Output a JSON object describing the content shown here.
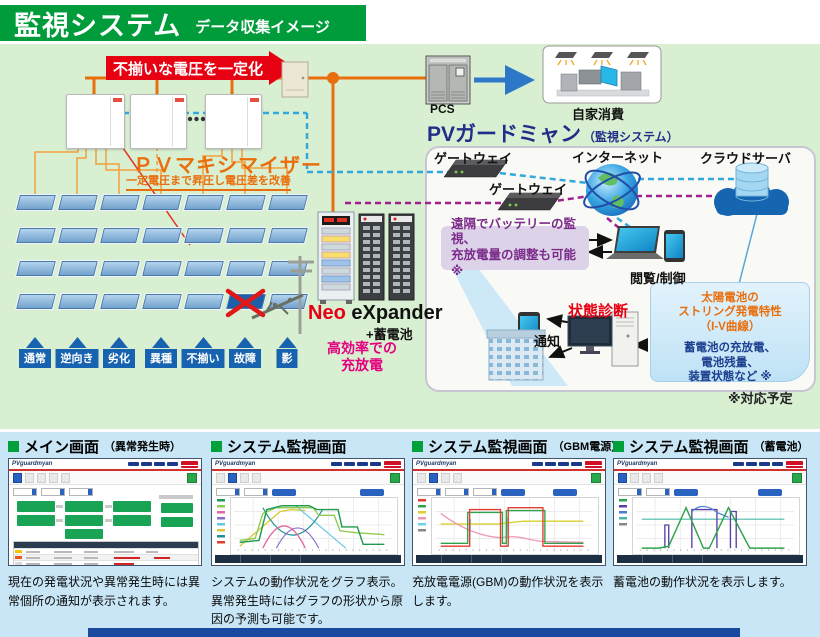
{
  "header": {
    "title": "監視システム",
    "subtitle": "データ収集イメージ"
  },
  "flow": {
    "banner": "不揃いな電圧を一定化",
    "pcs": "PCS",
    "self_consumption": "自家消費",
    "maximizer_title": "ＰＶマキシマイザー",
    "maximizer_desc": "一定電圧まで昇圧し電圧差を改善",
    "panel_tags": [
      "通常",
      "逆向き",
      "劣化",
      "異種",
      "不揃い",
      "故障",
      "影"
    ],
    "expander": {
      "brand": "Neo",
      "product": "eXpander",
      "battery": "+蓄電池",
      "eff1": "高効率での",
      "eff2": "充放電"
    }
  },
  "monitor": {
    "title": "PVガードミャン",
    "title_suffix": "（監視システム）",
    "gateway": "ゲートウェイ",
    "internet": "インターネット",
    "cloud": "クラウドサーバ",
    "remote_line1": "遠隔でバッテリーの監視、",
    "remote_line2": "充放電量の調整も可能 ※",
    "view_control": "閲覧/制御",
    "diagnosis": "状態診断",
    "notice": "通知",
    "iv_line1": "太陽電池の",
    "iv_line2": "ストリング発電特性",
    "iv_line3": "（I-V曲線）",
    "batt_line1": "蓄電池の充放電、",
    "batt_line2": "電池残量、",
    "batt_line3": "装置状態など ※",
    "footnote": "※対応予定"
  },
  "screens": {
    "logo": "PVguardmyan",
    "items": [
      {
        "title": "メイン画面",
        "suffix": "（異常発生時）",
        "caption": "現在の発電状況や異常発生時には異常個所の通知が表示されます。"
      },
      {
        "title": "システム監視画面",
        "suffix": "",
        "caption": "システムの動作状況をグラフ表示。異常発生時にはグラフの形状から原因の予測も可能です。"
      },
      {
        "title": "システム監視画面",
        "suffix": "（GBM電源）",
        "caption": "充放電電源(GBM)の動作状況を表示します。"
      },
      {
        "title": "システム監視画面",
        "suffix": "（蓄電池）",
        "caption": "蓄電池の動作状況を表示します。"
      }
    ]
  },
  "colors": {
    "accent_green": "#009c3c",
    "accent_orange": "#e96e0c",
    "accent_red": "#e60012",
    "accent_blue": "#1763af",
    "accent_purple": "#7b2b8a",
    "accent_navy": "#202e8a"
  }
}
